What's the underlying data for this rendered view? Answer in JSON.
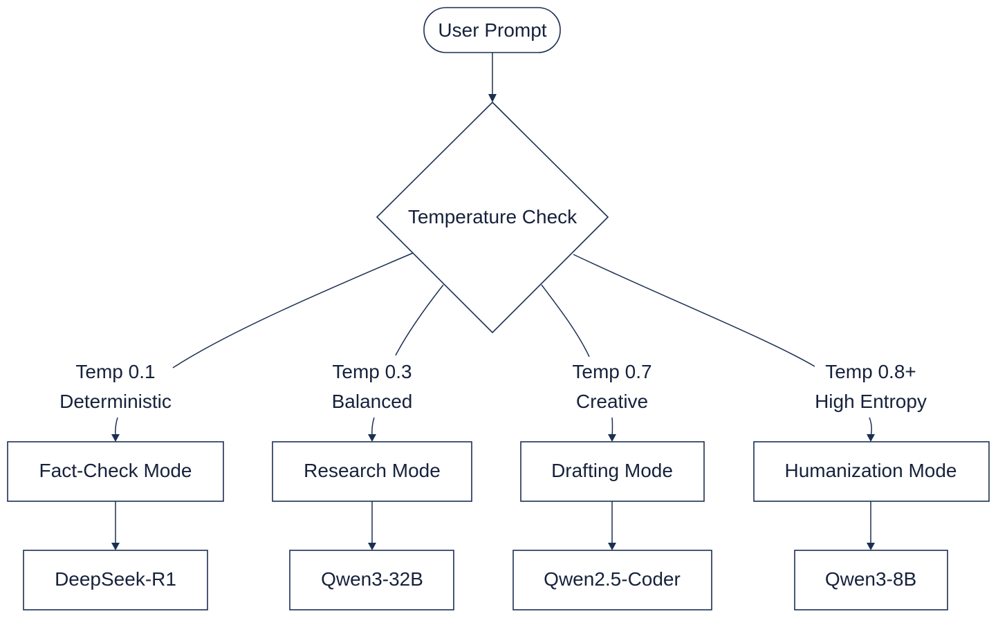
{
  "start": {
    "label": "User Prompt"
  },
  "decision": {
    "label": "Temperature Check"
  },
  "branches": [
    {
      "temp": "Temp 0.1",
      "style": "Deterministic",
      "mode": "Fact-Check Mode",
      "model": "DeepSeek-R1"
    },
    {
      "temp": "Temp 0.3",
      "style": "Balanced",
      "mode": "Research Mode",
      "model": "Qwen3-32B"
    },
    {
      "temp": "Temp 0.7",
      "style": "Creative",
      "mode": "Drafting Mode",
      "model": "Qwen2.5-Coder"
    },
    {
      "temp": "Temp 0.8+",
      "style": "High Entropy",
      "mode": "Humanization Mode",
      "model": "Qwen3-8B"
    }
  ],
  "colors": {
    "stroke": "#1b2f52",
    "text": "#16213b",
    "background": "#ffffff"
  }
}
